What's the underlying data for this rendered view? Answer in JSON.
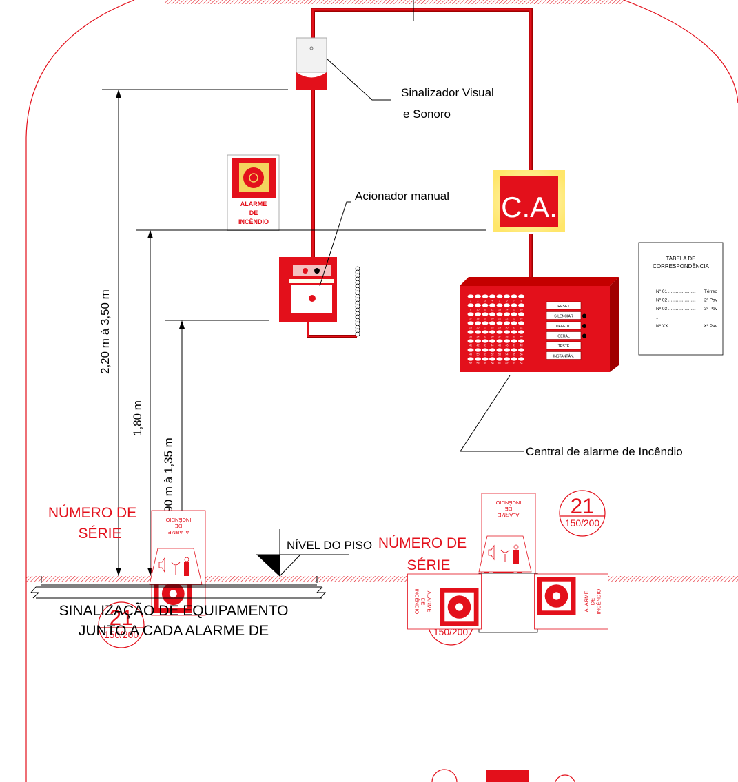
{
  "labels": {
    "visual_signal": [
      "Sinalizador Visual",
      "e Sonoro"
    ],
    "manual_trigger": "Acionador manual",
    "central": "Central de alarme de Incêndio",
    "floor_level": "NÍVEL DO PISO",
    "ca_sign": "C.A."
  },
  "dimensions": {
    "dim_tall": "2,20 m à 3,50 m",
    "dim_mid": "1,80 m",
    "dim_short": "0,90 m à 1,35 m"
  },
  "alarm_sign": {
    "line1": "ALARME",
    "line2": "DE",
    "line3": "INCÊNDIO"
  },
  "correspondence_table": {
    "title_line1": "TABELA DE",
    "title_line2": "CORRESPONDÊNCIA",
    "rows": [
      {
        "num": "Nº 01",
        "dots": "......................",
        "floor": "Térreo"
      },
      {
        "num": "Nº 02",
        "dots": "......................",
        "floor": "2º Pav"
      },
      {
        "num": "Nº 03",
        "dots": "......................",
        "floor": "3º Pav"
      },
      {
        "num": "...",
        "dots": "",
        "floor": ""
      },
      {
        "num": "Nº XX",
        "dots": "....................",
        "floor": "Xº Pav"
      }
    ]
  },
  "panel_buttons": [
    "RESET",
    "SILENCIAR",
    "DEFEITO",
    "GERAL",
    "TESTE",
    "INSTANTÂN."
  ],
  "panel_led_numbers": [
    [
      "1",
      "2",
      "3",
      "4",
      "5",
      "6",
      "7",
      "8"
    ],
    [
      "9",
      "10",
      "11",
      "12",
      "13",
      "14",
      "15",
      "16"
    ],
    [
      "17",
      "18",
      "19",
      "20",
      "21",
      "22",
      "23",
      "24"
    ],
    [
      "25",
      "26",
      "27",
      "28",
      "29",
      "30",
      "31",
      "32"
    ],
    [
      "33",
      "34",
      "35",
      "36",
      "37",
      "38",
      "39",
      "40"
    ],
    [
      "41",
      "42",
      "43",
      "44",
      "45",
      "46",
      "47",
      "48"
    ],
    [
      "49",
      "50",
      "51",
      "52",
      "53",
      "54",
      "55",
      "56"
    ],
    [
      "57",
      "58",
      "59",
      "60",
      "61",
      "62",
      "63",
      "64"
    ]
  ],
  "series_badge": {
    "number": "21",
    "sub": "150/200"
  },
  "series_label": [
    "NÚMERO DE",
    "SÉRIE"
  ],
  "bottom_caption": [
    "SINALIZAÇÃO DE EQUIPAMENTO",
    "JUNTO A CADA ALARME DE"
  ],
  "colors": {
    "primary_red": "#e3101b",
    "dark_red": "#8e0000",
    "ca_glow": "#fff3a0",
    "line": "#000000"
  }
}
